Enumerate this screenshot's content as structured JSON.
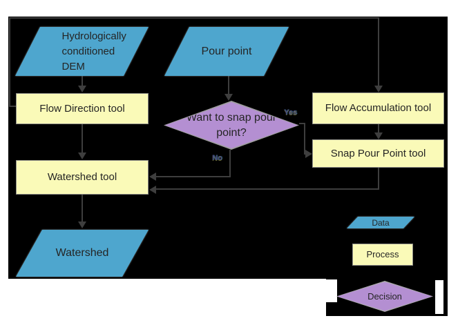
{
  "diagram": {
    "title_hint": "Watershed geoprocessing flowchart",
    "nodes": {
      "dem": {
        "label": "Hydrologically conditioned DEM",
        "type": "data"
      },
      "pour_point": {
        "label": "Pour point",
        "type": "data"
      },
      "flow_direction": {
        "label": "Flow Direction tool",
        "type": "process"
      },
      "flow_accumulation": {
        "label": "Flow Accumulation tool",
        "type": "process"
      },
      "snap_pour_point": {
        "label": "Snap Pour Point tool",
        "type": "process"
      },
      "decision": {
        "label": "Want to snap pour point?",
        "type": "decision"
      },
      "watershed_tool": {
        "label": "Watershed tool",
        "type": "process"
      },
      "watershed": {
        "label": "Watershed",
        "type": "data"
      }
    },
    "edge_labels": {
      "yes": "Yes",
      "no": "No"
    },
    "legend": {
      "data": "Data",
      "process": "Process",
      "decision": "Decision"
    },
    "colors": {
      "data-fill": "#4EA6CE",
      "process-fill": "#FAFAB8",
      "decision-fill": "#B48FD2",
      "connector": "#3E3E3E",
      "canvas": "#000000",
      "page": "#FFFFFF",
      "text": "#242424"
    }
  }
}
